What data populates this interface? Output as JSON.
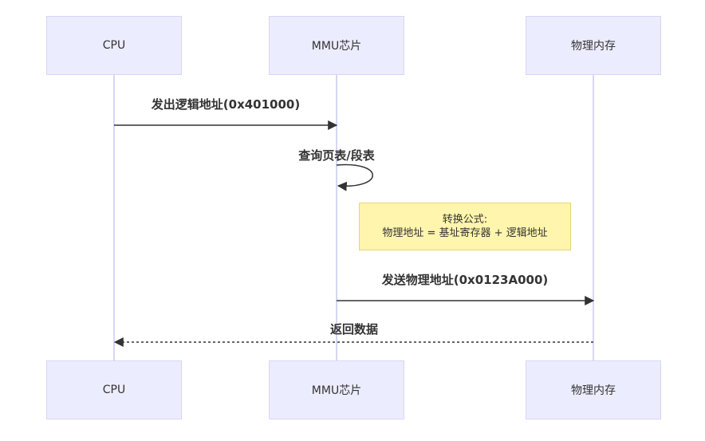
{
  "participants": [
    {
      "name": "CPU"
    },
    {
      "name": "MMU芯片"
    },
    {
      "name": "物理内存"
    }
  ],
  "messages": [
    {
      "from": "CPU",
      "to": "MMU芯片",
      "label": "发出逻辑地址(0x401000)",
      "style": "solid"
    },
    {
      "from": "MMU芯片",
      "to": "MMU芯片",
      "label": "查询页表/段表",
      "style": "solid"
    },
    {
      "from": "MMU芯片",
      "to": "物理内存",
      "label": "发送物理地址(0x0123A000)",
      "style": "solid"
    },
    {
      "from": "物理内存",
      "to": "CPU",
      "label": "返回数据",
      "style": "dashed"
    }
  ],
  "note": {
    "over": "MMU芯片",
    "line1": "转换公式:",
    "line2": "物理地址 = 基址寄存器 + 逻辑地址"
  },
  "colors": {
    "actor_fill": "#ececff",
    "actor_border": "#d6d6f7",
    "lifeline": "#d6d6f5",
    "arrow": "#333333",
    "note_fill": "#fff5ad"
  }
}
